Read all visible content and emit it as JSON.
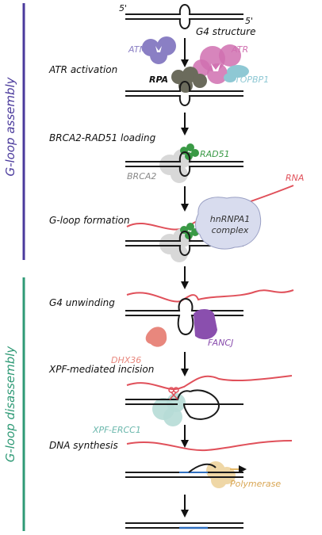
{
  "phases": {
    "assembly": {
      "label": "G-loop assembly",
      "color": "#4a3a9c"
    },
    "disassembly": {
      "label": "G-loop disassembly",
      "color": "#2f9a76"
    }
  },
  "ends": {
    "five_prime_left": "5'",
    "five_prime_right": "5'"
  },
  "steps": {
    "g4": "G4 structure",
    "atr_activation": "ATR activation",
    "brca2_loading": "BRCA2-RAD51 loading",
    "gloop_formation": "G-loop formation",
    "g4_unwinding": "G4 unwinding",
    "xpf_incision": "XPF-mediated incision",
    "dna_synthesis": "DNA synthesis"
  },
  "proteins": {
    "atm": "ATM",
    "atr": "ATR",
    "rpa": "RPA",
    "topbp1": "TOPBP1",
    "rad51": "RAD51",
    "brca2": "BRCA2",
    "rna": "RNA",
    "hnrnpa1_line1": "hnRNPA1",
    "hnrnpa1_line2": "complex",
    "fancj": "FANCJ",
    "dhx36": "DHX36",
    "xpf_ercc1": "XPF-ERCC1",
    "polymerase": "Polymerase"
  },
  "colors": {
    "dna": "#1a1a1a",
    "rna": "#e0505a",
    "new_dna": "#2f6fbf",
    "atm": "#8a7fc4",
    "atr": "#d070b0",
    "topbp1": "#8ec8d4",
    "rpa": "#6b6b5c",
    "rad51": "#3a9a46",
    "brca2": "#d8d8d8",
    "hnrnpa1": "#d8dcee",
    "fancj": "#8a4fae",
    "dhx36": "#e8877d",
    "xpf": "#b6dcd6",
    "polymerase": "#efd7a6"
  }
}
